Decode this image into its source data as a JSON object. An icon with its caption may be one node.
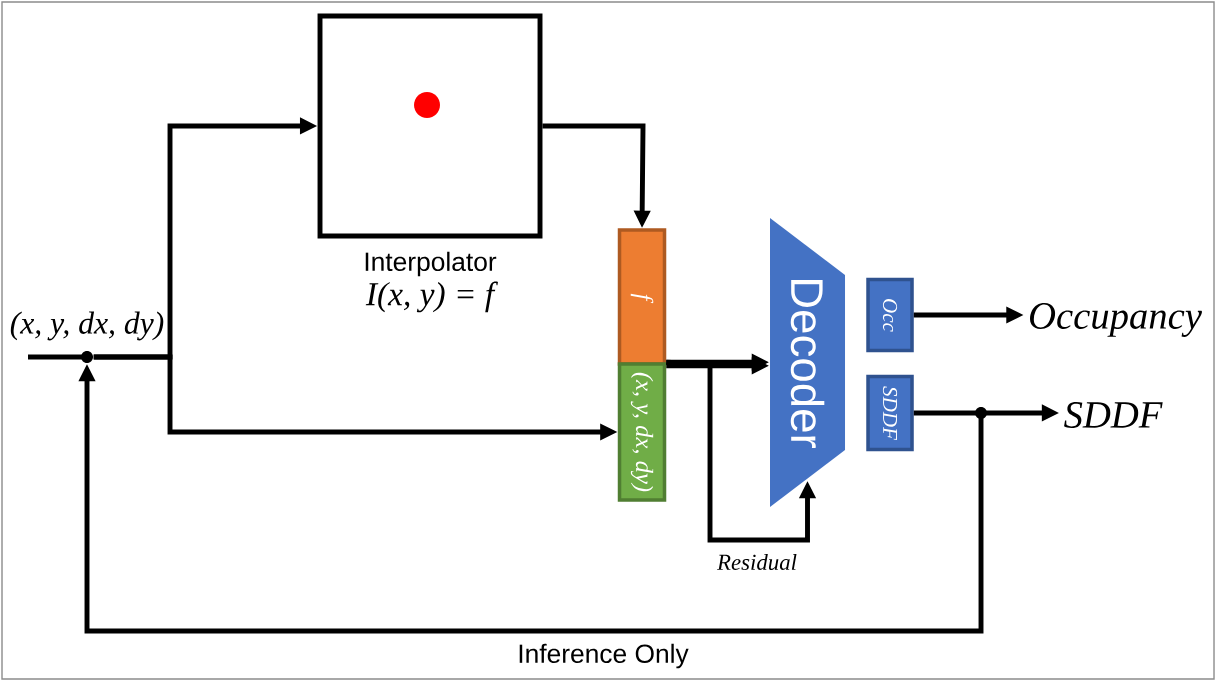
{
  "diagram": {
    "nodes": [
      {
        "text": [],
        "shape": "circle"
      },
      {
        "text": [
          "Interpolator",
          "I(x, y) = f"
        ]
      },
      {
        "text": [
          "f"
        ]
      },
      {
        "text": [
          "(x, y, dx, dy)"
        ]
      },
      {
        "text": [
          "Decoder"
        ]
      },
      {
        "text": [
          "Occ"
        ]
      },
      {
        "text": [
          "SDDF"
        ]
      },
      {
        "text": [
          "Occupancy"
        ]
      },
      {
        "text": [],
        "shape": "circle"
      },
      {
        "text": [
          "SDDF"
        ]
      }
    ],
    "edges": [
      {
        "from": null,
        "to": 0,
        "arrow": "none"
      },
      {
        "from": 0,
        "to": 1,
        "arrow": "to"
      },
      {
        "from": 0,
        "to": 3,
        "arrow": "to"
      },
      {
        "from": 1,
        "to": 2,
        "arrow": "to"
      },
      {
        "from": 2,
        "to": 4,
        "arrow": "to"
      },
      {
        "from": 3,
        "to": 4,
        "arrow": "to"
      },
      {
        "from": 3,
        "to": 4,
        "arrow": "to",
        "label": "Residual"
      },
      {
        "from": 5,
        "to": 7,
        "arrow": "to"
      },
      {
        "from": 6,
        "to": 8,
        "arrow": "none"
      },
      {
        "from": 8,
        "to": 9,
        "arrow": "to"
      },
      {
        "from": 8,
        "to": 0,
        "arrow": "to",
        "label": "Inference Only"
      }
    ],
    "labels": [
      "(x, y, dx, dy)"
    ]
  }
}
